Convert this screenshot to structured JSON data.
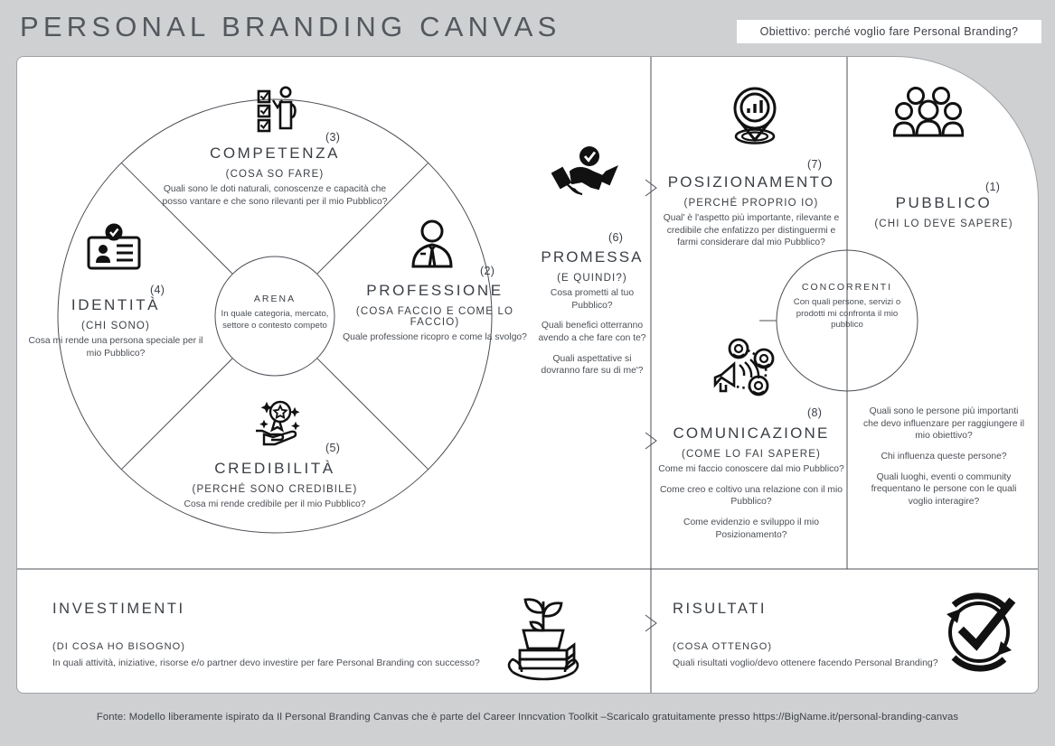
{
  "header": {
    "title": "PERSONAL BRANDING CANVAS",
    "objective": "Obiettivo: perché voglio fare Personal Branding?"
  },
  "wheel": {
    "center": {
      "name": "center-arena",
      "title": "ARENA",
      "body": "In quale categoria, mercato, settore o contesto competo"
    },
    "segments": [
      {
        "name": "competenza",
        "number": "(3)",
        "title": "COMPETENZA",
        "subtitle": "(COSA SO FARE)",
        "icon": "checklist-person-icon",
        "paragraphs": [
          "Quali sono le doti naturali, conoscenze e capacità che posso vantare e che sono rilevanti per il mio Pubblico?"
        ]
      },
      {
        "name": "identita",
        "number": "(4)",
        "title": "IDENTITÀ",
        "subtitle": "(CHI SONO)",
        "icon": "id-card-check-icon",
        "paragraphs": [
          "Cosa mi rende una persona speciale per il mio Pubblico?"
        ]
      },
      {
        "name": "professione",
        "number": "(2)",
        "title": "PROFESSIONE",
        "subtitle": "(COSA FACCIO E COME LO FACCIO)",
        "icon": "businessperson-icon",
        "paragraphs": [
          "Quale professione ricopro e come la svolgo?"
        ]
      },
      {
        "name": "credibilita",
        "number": "(5)",
        "title": "CREDIBILITÀ",
        "subtitle": "(PERCHÉ SONO CREDIBILE)",
        "icon": "hand-award-medal-icon",
        "paragraphs": [
          "Cosa mi rende credibile per il mio Pubblico?"
        ]
      }
    ]
  },
  "columns": {
    "promessa": {
      "name": "promessa",
      "number": "(6)",
      "title": "PROMESSA",
      "subtitle": "(E QUINDI?)",
      "icon": "handshake-check-icon",
      "paragraphs": [
        "Cosa prometti al tuo Pubblico?",
        "Quali benefici otterranno avendo a che fare con te?",
        "Quali aspettative si dovranno fare su di me'?"
      ]
    },
    "posizionamento": {
      "name": "posizionamento",
      "number": "(7)",
      "title": "POSIZIONAMENTO",
      "subtitle": "(PERCHÉ PROPRIO IO)",
      "icon": "location-pin-chart-icon",
      "paragraphs": [
        "Qual' è l'aspetto più importante, rilevante e credibile che enfatizzo per distinguermi e farmi considerare dal mio Pubblico?"
      ]
    },
    "comunicazione": {
      "name": "comunicazione",
      "number": "(8)",
      "title": "COMUNICAZIONE",
      "subtitle": "(COME LO FAI SAPERE)",
      "icon": "megaphone-network-icon",
      "paragraphs": [
        "Come mi faccio conoscere dal mio Pubblico?",
        "Come creo e coltivo una relazione con il mio Pubblico?",
        "Come evidenzio e sviluppo il mio Posizionamento?"
      ]
    },
    "pubblico": {
      "name": "pubblico",
      "number": "(1)",
      "title": "PUBBLICO",
      "subtitle": "(CHI LO DEVE SAPERE)",
      "icon": "group-people-icon",
      "paragraphs": [
        "Quali sono le persone più importanti che devo influenzare per raggiungere il mio obiettivo?",
        "Chi influenza queste persone?",
        "Quali luoghi, eventi o community frequentano le persone con le quali voglio interagire?"
      ]
    },
    "concorrenti": {
      "name": "concorrenti",
      "title": "CONCORRENTI",
      "body": "Con quali persone, servizi o prodotti mi confronta il mio pubblico"
    }
  },
  "bottom": {
    "investimenti": {
      "name": "investimenti",
      "title": "INVESTIMENTI",
      "subtitle": "(DI COSA HO BISOGNO)",
      "body": "In quali attività, iniziative, risorse e/o partner devo investire per fare Personal Branding con successo?",
      "icon": "plant-money-growth-icon"
    },
    "risultati": {
      "name": "risultati",
      "title": "RISULTATI",
      "subtitle": "(COSA OTTENGO)",
      "body": "Quali risultati voglio/devo ottenere facendo Personal Branding?",
      "icon": "check-circle-arrows-icon"
    }
  },
  "footer": {
    "text": "Fonte: Modello liberamente ispirato da Il Personal Branding Canvas che è parte del Career Inncvation Toolkit –Scaricalo gratuitamente presso https://BigName.it/personal-branding-canvas"
  },
  "colors": {
    "background": "#cfd0d1",
    "panel": "#ffffff",
    "stroke": "#4b4f55",
    "text": "#3b3f45",
    "ink": "#111111"
  }
}
